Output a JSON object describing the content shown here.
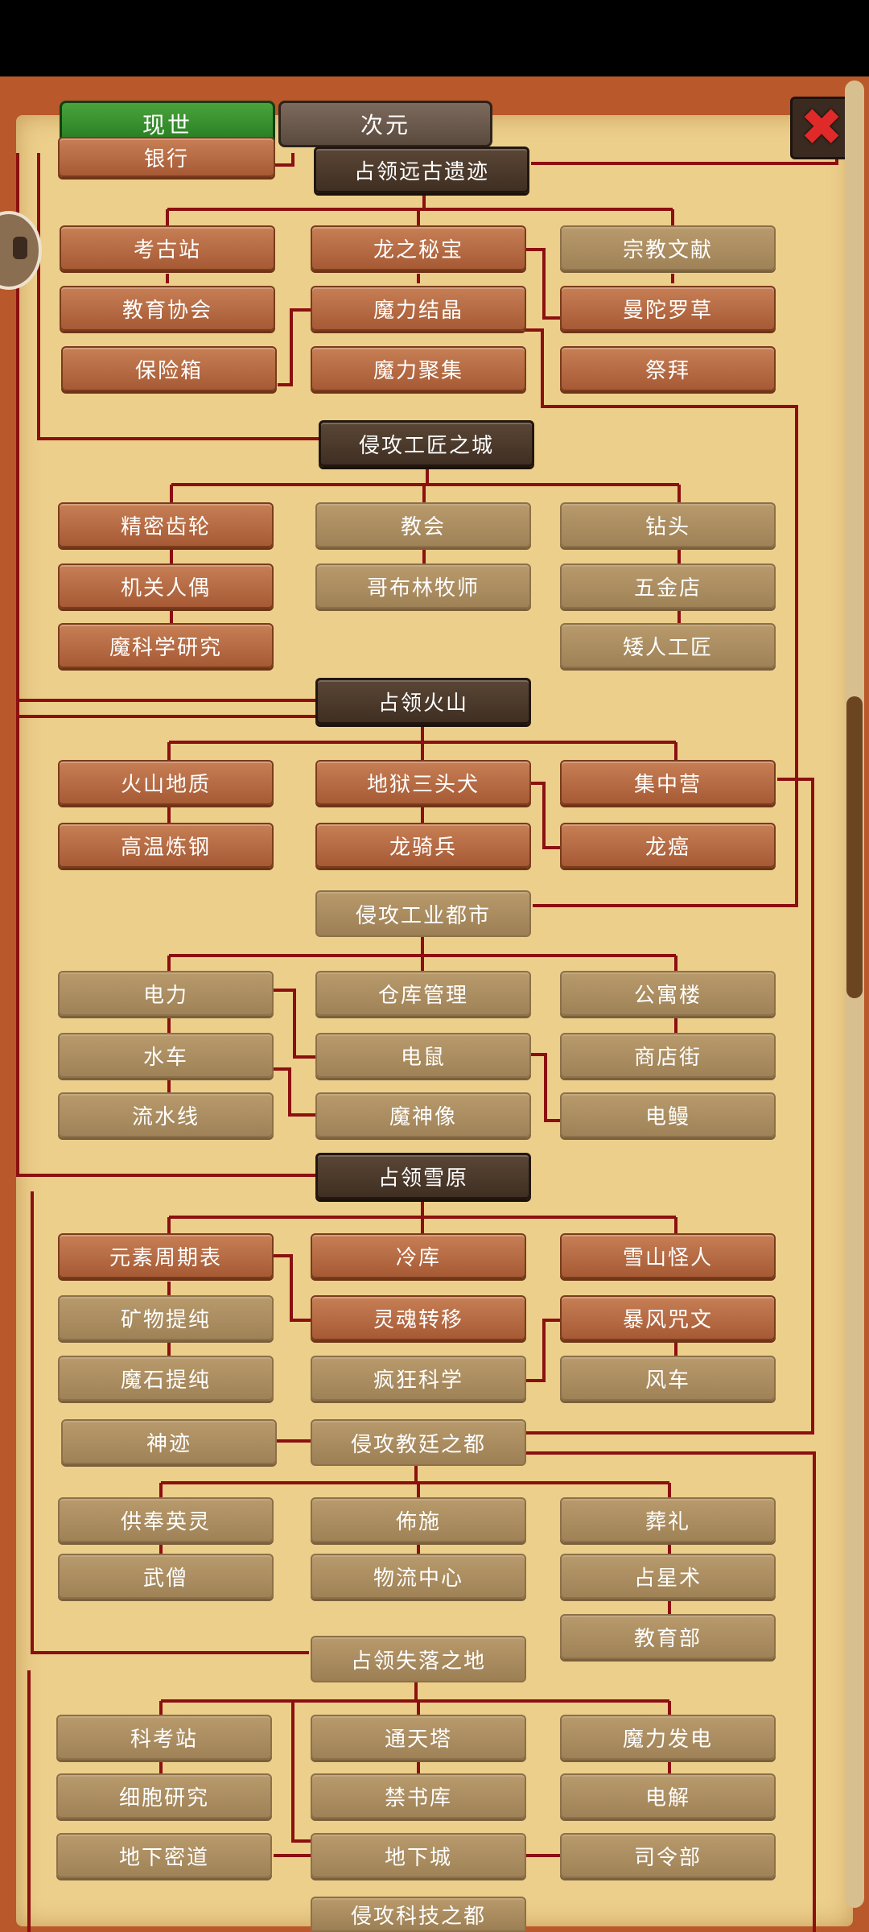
{
  "tabs": {
    "present": "现世",
    "dimension": "次元"
  },
  "close_icon": "close-x-icon",
  "colors": {
    "completed": "#b66a42",
    "locked": "#ab8f62",
    "major": "#4a392b",
    "line": "#8b1010",
    "parchment": "#edcf8c"
  },
  "tree": {
    "top_partial": "银行",
    "occupy_ancient_ruins": {
      "title": "占领远古遗迹",
      "techs": [
        "考古站",
        "龙之秘宝",
        "宗教文献",
        "教育协会",
        "魔力结晶",
        "曼陀罗草",
        "保险箱",
        "魔力聚集",
        "祭拜"
      ]
    },
    "invade_artisan_city": {
      "title": "侵攻工匠之城",
      "techs": [
        "精密齿轮",
        "教会",
        "钻头",
        "机关人偶",
        "哥布林牧师",
        "五金店",
        "魔科学研究",
        "矮人工匠"
      ]
    },
    "occupy_volcano": {
      "title": "占领火山",
      "techs": [
        "火山地质",
        "地狱三头犬",
        "集中营",
        "高温炼钢",
        "龙骑兵",
        "龙癌"
      ]
    },
    "invade_industrial_city": {
      "title": "侵攻工业都市",
      "techs": [
        "电力",
        "仓库管理",
        "公寓楼",
        "水车",
        "电鼠",
        "商店街",
        "流水线",
        "魔神像",
        "电鳗"
      ]
    },
    "occupy_snowfield": {
      "title": "占领雪原",
      "techs": [
        "元素周期表",
        "冷库",
        "雪山怪人",
        "矿物提纯",
        "灵魂转移",
        "暴风咒文",
        "魔石提纯",
        "疯狂科学",
        "风车"
      ]
    },
    "invade_theocracy": {
      "title": "侵攻教廷之都",
      "side": "神迹",
      "techs": [
        "供奉英灵",
        "佈施",
        "葬礼",
        "武僧",
        "物流中心",
        "占星术",
        "教育部"
      ]
    },
    "occupy_lost_land": {
      "title": "占领失落之地",
      "techs": [
        "科考站",
        "通天塔",
        "魔力发电",
        "细胞研究",
        "禁书库",
        "电解",
        "地下密道",
        "地下城",
        "司令部"
      ]
    },
    "invade_tech_city": {
      "title": "侵攻科技之都"
    }
  }
}
